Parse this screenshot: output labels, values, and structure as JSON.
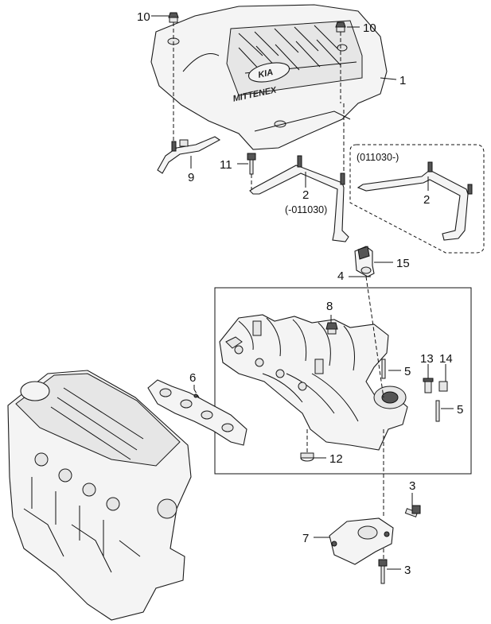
{
  "cover_logo": {
    "brand": "KIA",
    "engine": "MITTENEX"
  },
  "callouts": [
    {
      "id": "c10a",
      "text": "10"
    },
    {
      "id": "c10b",
      "text": "10"
    },
    {
      "id": "c1",
      "text": "1"
    },
    {
      "id": "c9",
      "text": "9"
    },
    {
      "id": "c11",
      "text": "11"
    },
    {
      "id": "c2a",
      "text": "2"
    },
    {
      "id": "c2a_code",
      "text": "(-011030)"
    },
    {
      "id": "c2b_code",
      "text": "(011030-)"
    },
    {
      "id": "c2b",
      "text": "2"
    },
    {
      "id": "c15",
      "text": "15"
    },
    {
      "id": "c4",
      "text": "4"
    },
    {
      "id": "c8",
      "text": "8"
    },
    {
      "id": "c6",
      "text": "6"
    },
    {
      "id": "c13",
      "text": "13"
    },
    {
      "id": "c14",
      "text": "14"
    },
    {
      "id": "c5a",
      "text": "5"
    },
    {
      "id": "c5b",
      "text": "5"
    },
    {
      "id": "c12",
      "text": "12"
    },
    {
      "id": "c3a",
      "text": "3"
    },
    {
      "id": "c7",
      "text": "7"
    },
    {
      "id": "c3b",
      "text": "3"
    }
  ]
}
